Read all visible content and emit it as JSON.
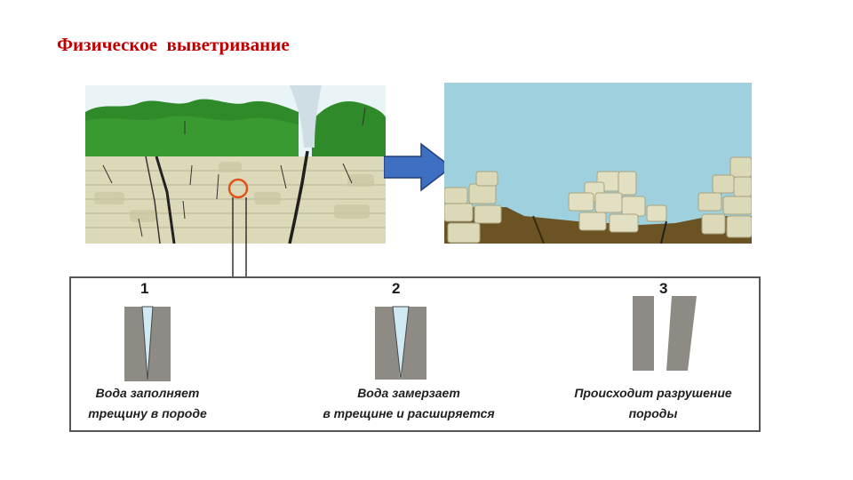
{
  "title": "Физическое  выветривание",
  "steps": [
    {
      "number": "1",
      "caption_line1": "Вода заполняет",
      "caption_line2": "трещину в породе"
    },
    {
      "number": "2",
      "caption_line1": "Вода замерзает",
      "caption_line2": "в трещине и расширяется"
    },
    {
      "number": "3",
      "caption_line1": "Происходит разрушение",
      "caption_line2": "породы"
    }
  ],
  "colors": {
    "title": "#c00000",
    "arrow": "#3f6fc1",
    "sky": "#9fd0de",
    "forest": "#2f8a2a",
    "rock": "#dcd9b8",
    "soil": "#6b5324",
    "water": "#cfeaf2",
    "stone_grain": "#8e8a84",
    "highlight_ring": "#e0541c"
  },
  "icons": [
    "right-arrow-icon",
    "magnifier-ring-icon"
  ]
}
